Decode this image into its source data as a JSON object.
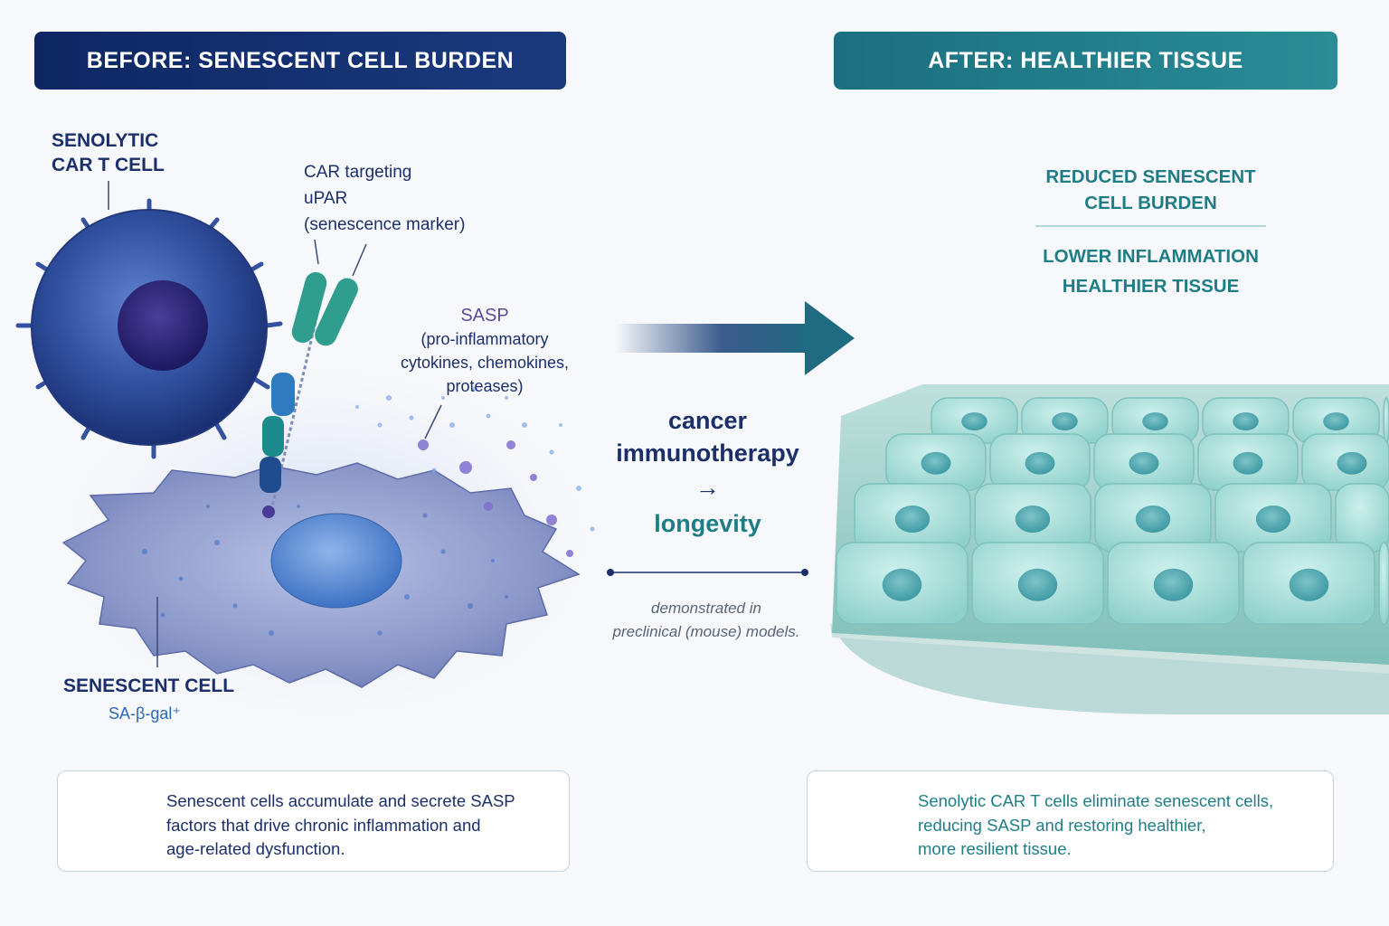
{
  "before_header": "BEFORE: SENESCENT CELL BURDEN",
  "after_header": "AFTER: HEALTHIER TISSUE",
  "tcell_label": [
    "SENOLYTIC",
    "CAR T CELL"
  ],
  "car_label": [
    "CAR targeting",
    "uPAR",
    "(senescence marker)"
  ],
  "sasp_title": "SASP",
  "sasp_desc": [
    "(pro-inflammatory",
    "cytokines, chemokines,",
    "proteases)"
  ],
  "senescent_label": "SENESCENT CELL",
  "senescent_marker": "SA-β-gal⁺",
  "center": {
    "line1": "cancer",
    "line2": "immunotherapy",
    "arrow": "→",
    "line3": "longevity",
    "note": [
      "demonstrated in",
      "preclinical (mouse) models."
    ]
  },
  "outcomes": {
    "block1": [
      "REDUCED SENESCENT",
      "CELL BURDEN"
    ],
    "block2": [
      "LOWER INFLAMMATION",
      "HEALTHIER TISSUE"
    ]
  },
  "before_panel": {
    "icon": "sasp-dots-icon",
    "lines": [
      "Senescent cells accumulate and secrete SASP",
      "factors that drive chronic inflammation and",
      "age-related dysfunction."
    ]
  },
  "after_panel": {
    "icon": "shield-check-icon",
    "lines": [
      "Senolytic CAR T cells eliminate senescent cells,",
      "reducing SASP and restoring healthier,",
      "more resilient tissue."
    ]
  },
  "colors": {
    "navy": "#0e2763",
    "teal": "#1f7d86",
    "purple": "#5a4aa0"
  }
}
